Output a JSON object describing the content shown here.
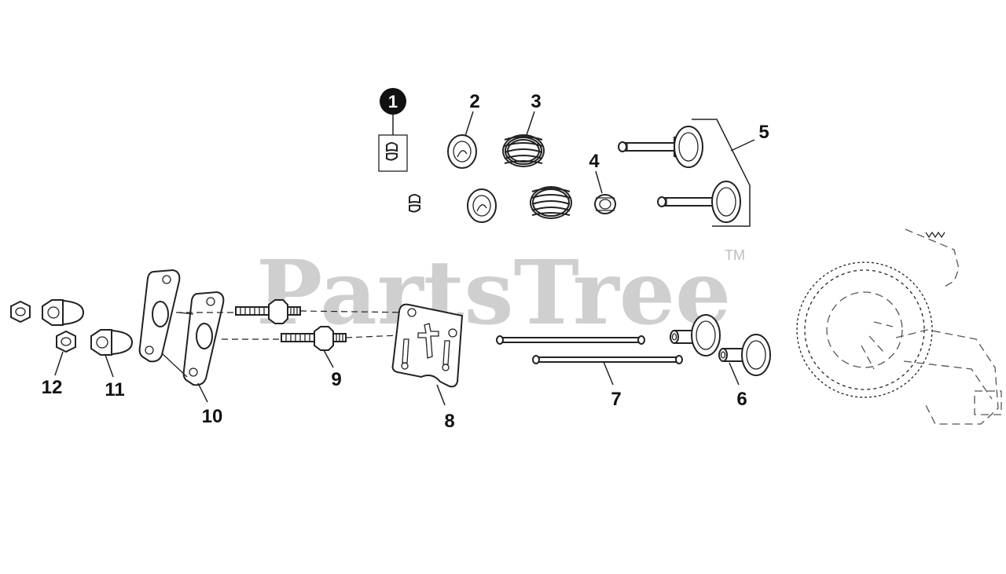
{
  "watermark": {
    "text": "PartsTree",
    "trademark": "TM"
  },
  "callouts": [
    {
      "id": "1",
      "label": "1"
    },
    {
      "id": "2",
      "label": "2"
    },
    {
      "id": "3",
      "label": "3"
    },
    {
      "id": "4",
      "label": "4"
    },
    {
      "id": "5",
      "label": "5"
    },
    {
      "id": "6",
      "label": "6"
    },
    {
      "id": "7",
      "label": "7"
    },
    {
      "id": "8",
      "label": "8"
    },
    {
      "id": "9",
      "label": "9"
    },
    {
      "id": "10",
      "label": "10"
    },
    {
      "id": "11",
      "label": "11"
    },
    {
      "id": "12",
      "label": "12"
    }
  ],
  "colors": {
    "background": "#ffffff",
    "line": "#222222",
    "watermark": "#cfcfcf",
    "callout_marker": "#111111"
  }
}
